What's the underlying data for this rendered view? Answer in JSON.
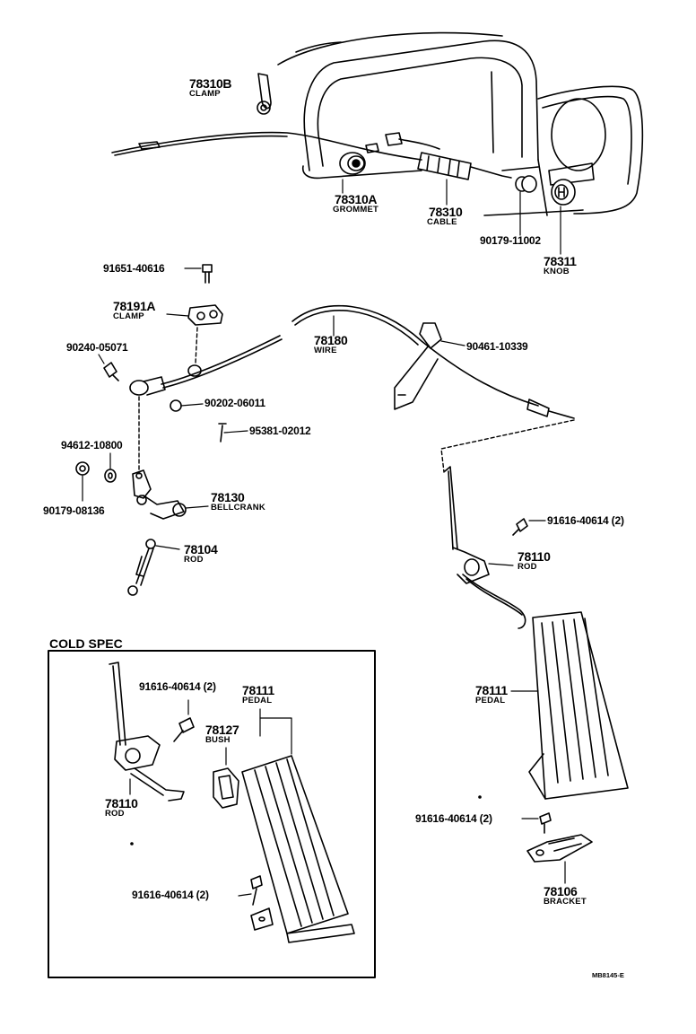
{
  "parts": {
    "clamp_78310b": {
      "number": "78310B",
      "name": "CLAMP"
    },
    "grommet": {
      "number": "78310A",
      "name": "GROMMET"
    },
    "cable": {
      "number": "78310",
      "name": "CABLE"
    },
    "bolt_90179_11002": {
      "number": "90179-11002"
    },
    "knob": {
      "number": "78311",
      "name": "KNOB"
    },
    "bolt_91651": {
      "number": "91651-40616"
    },
    "clamp_78191a": {
      "number": "78191A",
      "name": "CLAMP"
    },
    "pin_90240": {
      "number": "90240-05071"
    },
    "wire": {
      "number": "78180",
      "name": "WIRE"
    },
    "clip_90461": {
      "number": "90461-10339"
    },
    "nut_90202": {
      "number": "90202-06011"
    },
    "pin_95381": {
      "number": "95381-02012"
    },
    "washer_94612": {
      "number": "94612-10800"
    },
    "nut_90179_08136": {
      "number": "90179-08136"
    },
    "bellcrank": {
      "number": "78130",
      "name": "BELLCRANK"
    },
    "rod_78104": {
      "number": "78104",
      "name": "ROD"
    },
    "screw_91616_right_a": {
      "number": "91616-40614 (2)"
    },
    "rod_78110": {
      "number": "78110",
      "name": "ROD"
    },
    "pedal_78111": {
      "number": "78111",
      "name": "PEDAL"
    },
    "screw_91616_right_b": {
      "number": "91616-40614 (2)"
    },
    "bracket": {
      "number": "78106",
      "name": "BRACKET"
    }
  },
  "cold_spec": {
    "title": "COLD SPEC",
    "screw_a": {
      "number": "91616-40614 (2)"
    },
    "pedal": {
      "number": "78111",
      "name": "PEDAL"
    },
    "bush": {
      "number": "78127",
      "name": "BUSH"
    },
    "rod": {
      "number": "78110",
      "name": "ROD"
    },
    "screw_b": {
      "number": "91616-40614 (2)"
    }
  },
  "diagram_code": "MB8145-E"
}
